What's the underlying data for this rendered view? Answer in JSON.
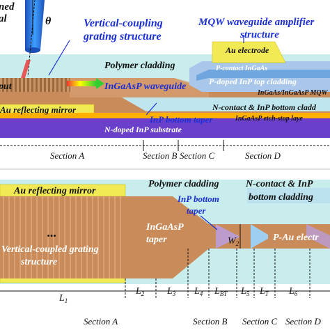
{
  "top": {
    "fiber_label_line1": "ned",
    "fiber_label_line2": "al",
    "theta": "θ",
    "grating_label_line1": "Vertical-coupling",
    "grating_label_line2": "grating structure",
    "amp_label_line1": "MQW waveguide amplifier",
    "amp_label_line2": "structure",
    "au_electrode": "Au electrode",
    "p_contact": "P-contact InGaAs",
    "p_doped": "P-doped InP top cladding",
    "mqw": "InGaAs/InGaAsP MQW",
    "polymer": "Polymer cladding",
    "input": "put",
    "ingaasp_waveguide": "InGaAsP  waveguide",
    "au_mirror": "Au reflecting mirror",
    "inp_bottom_taper": "InP bottom taper",
    "n_contact": "N-contact & InP bottom cladd",
    "etch_stop": "InGaAsP etch-stop laye",
    "substrate": "N-doped InP substrate",
    "sections": [
      "Section A",
      "Section B",
      "Section C",
      "Section D"
    ]
  },
  "bottom": {
    "au_mirror": "Au reflecting mirror",
    "polymer": "Polymer cladding",
    "n_contact_line1": "N-contact & InP",
    "n_contact_line2": "bottom cladding",
    "inp_taper_line1": "InP bottom",
    "inp_taper_line2": "taper",
    "dots": "...",
    "grating_line1": "Vertical-coupled grating",
    "grating_line2": "structure",
    "ingaasp_line1": "InGaAsP",
    "ingaasp_line2": "taper",
    "w2": "W",
    "w2_sub": "2",
    "p_au": "P-Au electr",
    "dims": {
      "L1": [
        "L",
        "1"
      ],
      "L2": [
        "L",
        "2"
      ],
      "L3": [
        "L",
        "3"
      ],
      "L4": [
        "L",
        "4"
      ],
      "LBT": [
        "L",
        "BT"
      ],
      "L5": [
        "L",
        "5"
      ],
      "LT": [
        "L",
        "T"
      ],
      "L6": [
        "L",
        "6"
      ]
    },
    "sections": [
      "Section A",
      "Section B",
      "Section C",
      "Section D"
    ]
  },
  "colors": {
    "polymer": "#c9ecec",
    "waveguide": "#c98b59",
    "substrate": "#6a3fc9",
    "etch_stop": "#ffb000",
    "gold": "#f2ea55",
    "mqw": "#8fc3ee",
    "label_blue": "#1a2fd6"
  }
}
